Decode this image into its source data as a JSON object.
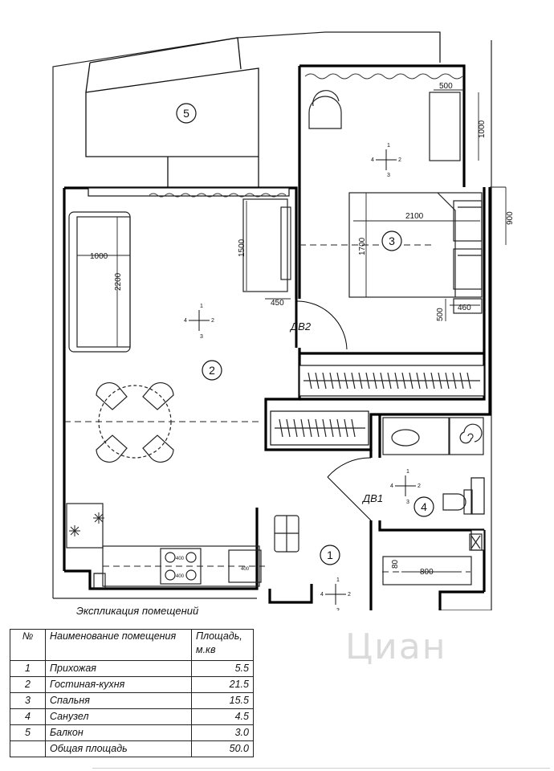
{
  "plan": {
    "room_numbers": [
      "1",
      "2",
      "3",
      "4",
      "5"
    ],
    "door_labels": [
      "ДВ1",
      "ДВ2"
    ],
    "dimensions": {
      "balcony_desk_w": "500",
      "balcony_desk_h": "1000",
      "bed_w": "2100",
      "bed_h": "1700",
      "bed_offset": "900",
      "nightstand_w": "460",
      "nightstand_h": "500",
      "sofa_w": "1000",
      "sofa_h": "2200",
      "tv_h": "1500",
      "door_gap": "450",
      "tub_w": "800",
      "tub_h": "80"
    },
    "compass": {
      "n": "1",
      "e": "2",
      "s": "3",
      "w": "4"
    },
    "stove_labels": [
      "400",
      "400"
    ],
    "sink_label": "400"
  },
  "explication": {
    "caption": "Экспликация помещений",
    "headers": {
      "no": "№",
      "name": "Наименование помещения",
      "area": "Площадь, м.кв"
    },
    "rows": [
      {
        "no": "1",
        "name": "Прихожая",
        "area": "5.5"
      },
      {
        "no": "2",
        "name": "Гостиная-кухня",
        "area": "21.5"
      },
      {
        "no": "3",
        "name": "Спальня",
        "area": "15.5"
      },
      {
        "no": "4",
        "name": "Санузел",
        "area": "4.5"
      },
      {
        "no": "5",
        "name": "Балкон",
        "area": "3.0"
      },
      {
        "no": "",
        "name": "Общая площадь",
        "area": "50.0"
      }
    ]
  },
  "watermark": "Циан"
}
